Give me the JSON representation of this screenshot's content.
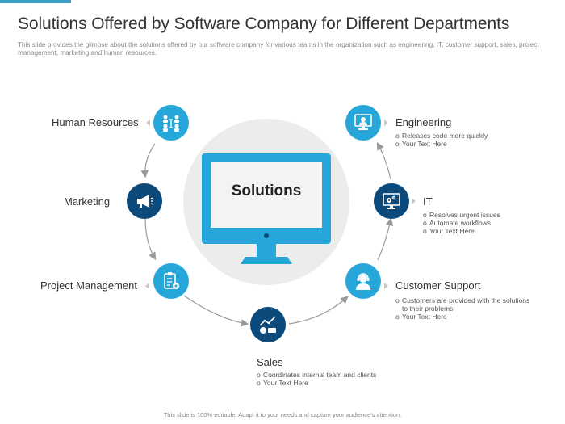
{
  "title": "Solutions Offered by Software Company for Different Departments",
  "subtitle": "This slide provides the glimpse about the solutions offered by our software company for various teams in the organization such as engineering, IT, customer support, sales, project management, marketing and human resources.",
  "center": {
    "label": "Solutions"
  },
  "departments": {
    "human_resources": {
      "label": "Human Resources",
      "icon": "hr-team-icon"
    },
    "marketing": {
      "label": "Marketing",
      "icon": "megaphone-icon"
    },
    "project_management": {
      "label": "Project Management",
      "icon": "clipboard-gear-icon"
    },
    "sales": {
      "label": "Sales",
      "icon": "sales-chart-icon",
      "bullets": [
        "Coordinates internal team and clients",
        "Your Text Here"
      ]
    },
    "customer_support": {
      "label": "Customer Support",
      "icon": "headset-agent-icon",
      "bullets": [
        "Customers are provided with the solutions",
        "to their problems",
        "Your Text Here"
      ]
    },
    "it": {
      "label": "IT",
      "icon": "monitor-gears-icon",
      "bullets": [
        "Resolves urgent issues",
        "Automate workflows",
        "Your Text Here"
      ]
    },
    "engineering": {
      "label": "Engineering",
      "icon": "engineer-monitor-icon",
      "bullets": [
        "Releases code more quickly",
        "Your Text Here"
      ]
    }
  },
  "bullet_marker": "o",
  "footer": "This slide is 100% editable. Adapt it to your needs and capture your audience's attention.",
  "colors": {
    "light_node": "#26a6d9",
    "dark_node": "#0b4a7a",
    "monitor": "#26a6d9",
    "backdrop": "#ececec",
    "accent_bar": "#3a9fc6"
  }
}
